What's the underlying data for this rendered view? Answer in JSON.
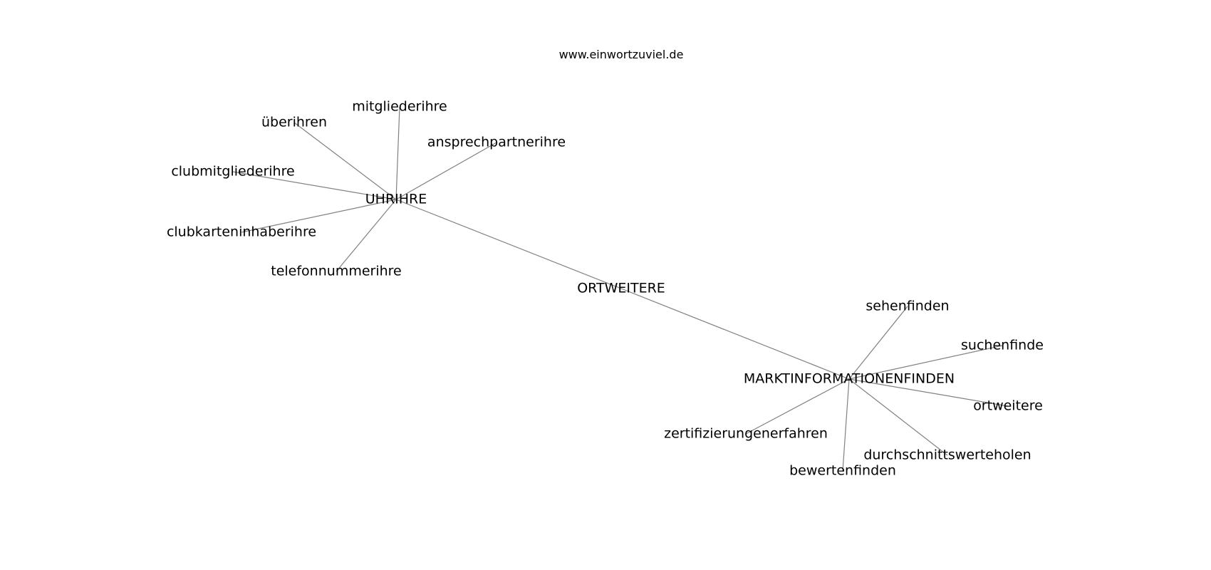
{
  "site_title": "www.einwortzuviel.de",
  "nodes": [
    {
      "id": "uhrihre",
      "label": "UHRIHRE"
    },
    {
      "id": "ortweitere_hub",
      "label": "ORTWEITERE"
    },
    {
      "id": "marktinformationenfinden",
      "label": "MARKTINFORMATIONENFINDEN"
    },
    {
      "id": "mitgliederihre",
      "label": "mitgliederihre"
    },
    {
      "id": "ueberihren",
      "label": "überihren"
    },
    {
      "id": "ansprechpartnerihre",
      "label": "ansprechpartnerihre"
    },
    {
      "id": "clubmitgliederihre",
      "label": "clubmitgliederihre"
    },
    {
      "id": "clubkarteninhaberihre",
      "label": "clubkarteninhaberihre"
    },
    {
      "id": "telefonnummerihre",
      "label": "telefonnummerihre"
    },
    {
      "id": "sehenfinden",
      "label": "sehenfinden"
    },
    {
      "id": "suchenfinde",
      "label": "suchenfinde"
    },
    {
      "id": "ortweitere",
      "label": "ortweitere"
    },
    {
      "id": "zertifizierungenerfahren",
      "label": "zertifizierungenerfahren"
    },
    {
      "id": "durchschnittswerteholen",
      "label": "durchschnittswerteholen"
    },
    {
      "id": "bewertenfinden",
      "label": "bewertenfinden"
    }
  ],
  "edges": [
    [
      "uhrihre",
      "mitgliederihre"
    ],
    [
      "uhrihre",
      "ueberihren"
    ],
    [
      "uhrihre",
      "ansprechpartnerihre"
    ],
    [
      "uhrihre",
      "clubmitgliederihre"
    ],
    [
      "uhrihre",
      "clubkarteninhaberihre"
    ],
    [
      "uhrihre",
      "telefonnummerihre"
    ],
    [
      "uhrihre",
      "ortweitere_hub"
    ],
    [
      "ortweitere_hub",
      "marktinformationenfinden"
    ],
    [
      "marktinformationenfinden",
      "sehenfinden"
    ],
    [
      "marktinformationenfinden",
      "suchenfinde"
    ],
    [
      "marktinformationenfinden",
      "ortweitere"
    ],
    [
      "marktinformationenfinden",
      "zertifizierungenerfahren"
    ],
    [
      "marktinformationenfinden",
      "durchschnittswerteholen"
    ],
    [
      "marktinformationenfinden",
      "bewertenfinden"
    ]
  ]
}
